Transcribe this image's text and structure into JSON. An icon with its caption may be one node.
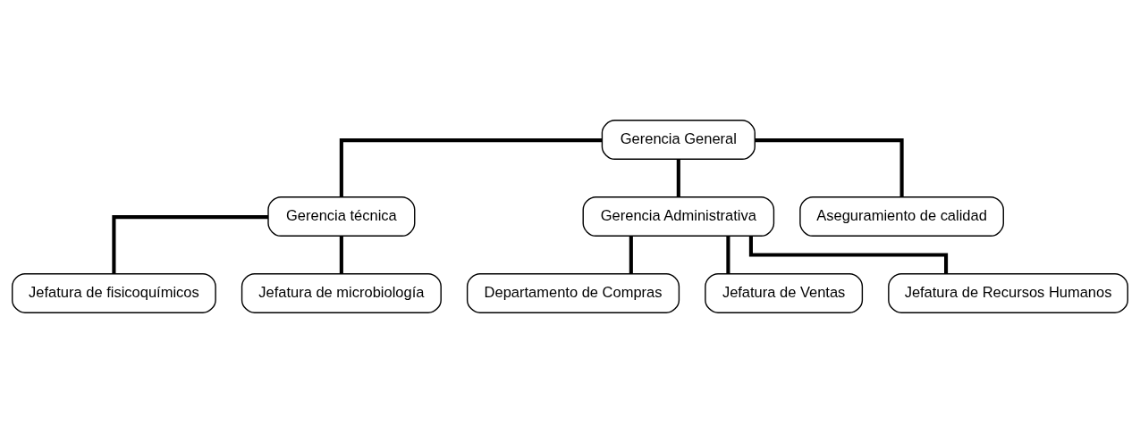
{
  "diagram": {
    "nodes": [
      {
        "text": [
          "Gerencia General"
        ]
      },
      {
        "text": [
          "Gerencia técnica"
        ]
      },
      {
        "text": [
          "Gerencia Administrativa"
        ]
      },
      {
        "text": [
          "Aseguramiento de calidad"
        ]
      },
      {
        "text": [
          "Jefatura de fisicoquímicos"
        ]
      },
      {
        "text": [
          "Jefatura de microbiología"
        ]
      },
      {
        "text": [
          "Departamento de Compras"
        ]
      },
      {
        "text": [
          "Jefatura de Ventas"
        ]
      },
      {
        "text": [
          "Jefatura de Recursos Humanos"
        ]
      }
    ],
    "edges": [
      {
        "from": 0,
        "to": 1,
        "arrow": "none"
      },
      {
        "from": 0,
        "to": 2,
        "arrow": "none"
      },
      {
        "from": 0,
        "to": 3,
        "arrow": "none"
      },
      {
        "from": 1,
        "to": 4,
        "arrow": "none"
      },
      {
        "from": 1,
        "to": 5,
        "arrow": "none"
      },
      {
        "from": 2,
        "to": 6,
        "arrow": "none"
      },
      {
        "from": 2,
        "to": 7,
        "arrow": "none"
      },
      {
        "from": 2,
        "to": 8,
        "arrow": "none"
      }
    ]
  }
}
